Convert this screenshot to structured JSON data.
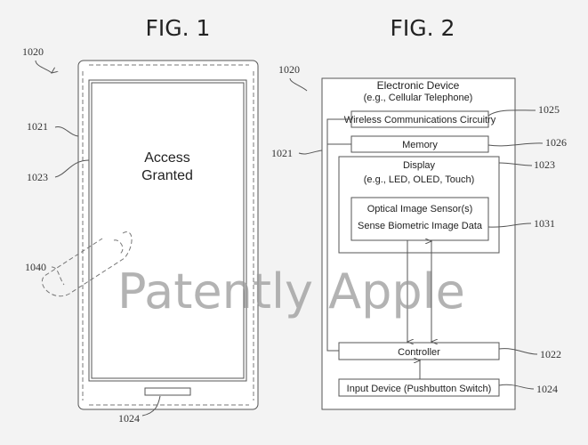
{
  "figures": {
    "fig1": {
      "title": "FIG. 1",
      "screen_text": [
        "Access",
        "Granted"
      ],
      "refs": {
        "device": "1020",
        "housing": "1021",
        "display": "1023",
        "finger": "1040",
        "button": "1024"
      }
    },
    "fig2": {
      "title": "FIG. 2",
      "device_title": "Electronic Device",
      "device_subtitle": "(e.g., Cellular Telephone)",
      "wireless": "Wireless Communications Circuitry",
      "memory": "Memory",
      "display_title": "Display",
      "display_subtitle": "(e.g., LED, OLED, Touch)",
      "sensor_title": "Optical Image Sensor(s)",
      "sensor_subtitle": "Sense Biometric Image Data",
      "controller": "Controller",
      "input": "Input Device (Pushbutton Switch)",
      "refs": {
        "device": "1020",
        "housing": "1021",
        "wireless": "1025",
        "memory": "1026",
        "display": "1023",
        "sensor": "1031",
        "controller": "1022",
        "input": "1024"
      }
    }
  },
  "watermark": "Patently Apple"
}
